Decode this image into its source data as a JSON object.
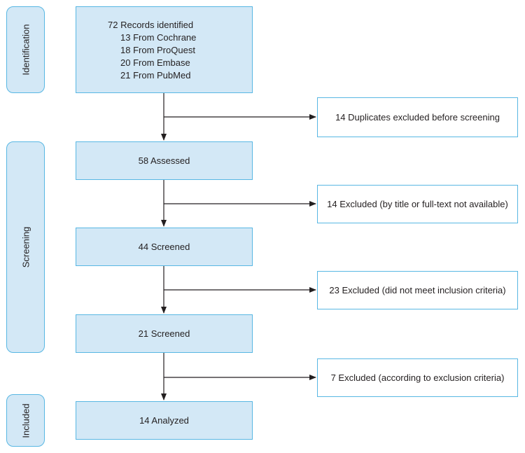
{
  "phases": {
    "identification": "Identification",
    "screening": "Screening",
    "included": "Included"
  },
  "records": {
    "title": "72 Records identified",
    "sources": [
      "13 From Cochrane",
      "18 From ProQuest",
      "20 From Embase",
      "21 From PubMed"
    ]
  },
  "steps": {
    "assessed": "58 Assessed",
    "screened_1": "44 Screened",
    "screened_2": "21 Screened",
    "analyzed": "14 Analyzed"
  },
  "exclusions": {
    "duplicates": "14 Duplicates excluded before screening",
    "title": "14 Excluded (by title or full-text not available)",
    "inclusion": "23 Excluded (did not meet inclusion criteria)",
    "exclusion": "7 Excluded (according to exclusion criteria)"
  },
  "colors": {
    "box_fill": "#d3e8f6",
    "box_border": "#58b7e3",
    "arrow": "#231f20"
  }
}
